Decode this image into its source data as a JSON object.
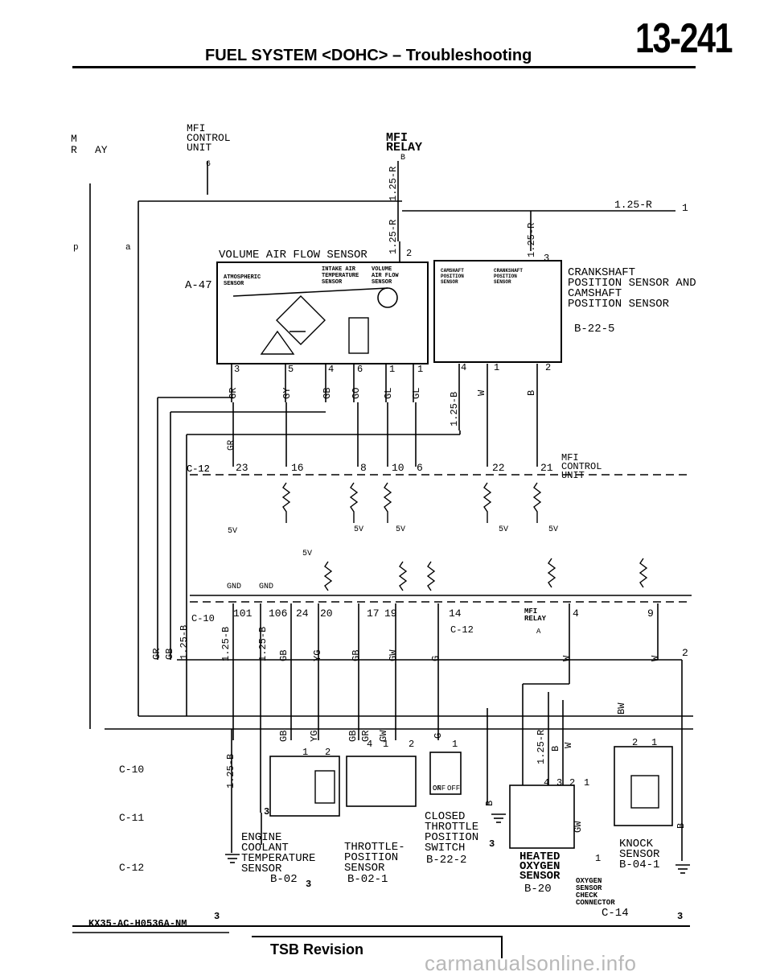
{
  "header": {
    "title": "FUEL SYSTEM <DOHC> – Troubleshooting",
    "page_number": "13-241"
  },
  "labels": {
    "mfi_relay_side": [
      "M",
      "R",
      "AY"
    ],
    "side_marks": [
      "p",
      "a"
    ],
    "mfi_control_unit_top": [
      "MFI",
      "CONTROL",
      "UNIT"
    ],
    "mfi_control_unit_mid": [
      "MFI",
      "CONTROL",
      "UNIT"
    ],
    "mfi_relay_top": [
      "MFI",
      "RELAY"
    ],
    "mfi_relay_small": [
      "MFI",
      "RELAY"
    ],
    "vafs": "VOLUME AIR FLOW SENSOR",
    "vafs_inner": [
      "ATMOSPHERIC",
      "SENSOR",
      "INTAKE AIR",
      "TEMPERATURE",
      "SENSOR",
      "VOLUME",
      "AIR FLOW",
      "SENSOR"
    ],
    "connector_a47": "A-47",
    "crank_cam_sensor": [
      "CRANKSHAFT",
      "POSITION SENSOR AND",
      "CAMSHAFT",
      "POSITION SENSOR"
    ],
    "crank_cam_inner": [
      "CAMSHAFT",
      "POSITION",
      "SENSOR",
      "CRANKSHAFT",
      "POSITION",
      "SENSOR"
    ],
    "connector_b225": "B-22-5",
    "ect_sensor": [
      "ENGINE",
      "COOLANT",
      "TEMPERATURE",
      "SENSOR"
    ],
    "connector_b02": "B-02",
    "tps": [
      "THROTTLE-",
      "POSITION",
      "SENSOR"
    ],
    "connector_b021": "B-02-1",
    "ctps": [
      "CLOSED",
      "THROTTLE",
      "POSITION",
      "SWITCH"
    ],
    "connector_b222": "B-22-2",
    "on_off": [
      "ON",
      "OFF"
    ],
    "o2_sensor": [
      "HEATED",
      "OXYGEN",
      "SENSOR"
    ],
    "connector_b20": "B-20",
    "o2_check": [
      "OXYGEN",
      "SENSOR",
      "CHECK",
      "CONNECTOR"
    ],
    "connector_c14": "C-14",
    "knock": [
      "KNOCK",
      "SENSOR"
    ],
    "connector_b041": "B-04-1",
    "connectors_left": [
      "C-10",
      "C-11",
      "C-12"
    ],
    "connector_c12_mid": "C-12",
    "connector_c10_mid": "C-10",
    "connector_c12_low": "C-12",
    "gnd": "GND",
    "five_v": "5V",
    "circle_refs": [
      "1",
      "2"
    ],
    "wire_1_25r": "1.25-R",
    "wire_1_25b": "1.25-B",
    "box_grounds": [
      "3"
    ]
  },
  "pins": {
    "vafs_bottom": [
      "3",
      "5",
      "4",
      "6",
      "1",
      "1"
    ],
    "vafs_top": [
      "2"
    ],
    "crank_bottom": [
      "4",
      "1",
      "2"
    ],
    "crank_top": [
      "3"
    ],
    "ecu_mid": [
      "23",
      "16",
      "8",
      "10",
      "6",
      "22",
      "21"
    ],
    "ecu_low": [
      "101",
      "106",
      "24",
      "20",
      "17",
      "19",
      "14",
      "4",
      "9"
    ],
    "ect_pins": [
      "1",
      "2"
    ],
    "tps_pins": [
      "4",
      "1",
      "2"
    ],
    "ctps_pins": [
      "1"
    ],
    "o2_pins": [
      "4",
      "3",
      "2",
      "1"
    ],
    "knock_pins": [
      "2",
      "1"
    ],
    "relay_b": "B",
    "relay_a": "A",
    "unit_6": "6",
    "o2_check_pin": "1"
  },
  "wire_colors": {
    "vafs_wires": [
      "GR",
      "GY",
      "GB",
      "GO",
      "GL",
      "GL"
    ],
    "crank_wires": [
      "1.25-B",
      "W",
      "B"
    ],
    "relay_wires": [
      "1.25-R",
      "1.25-R",
      "1.25-R"
    ],
    "left_bundle": [
      "GR",
      "GB",
      "1.25-B"
    ],
    "ecu_low_wires": [
      "1.25-B",
      "1.25-B",
      "GB",
      "YG",
      "GB",
      "GW",
      "G",
      "W",
      "W"
    ],
    "sensor_wires": [
      "GB",
      "YG",
      "GB",
      "GR",
      "GW",
      "G",
      "B",
      "1.25-R",
      "B",
      "W",
      "BW",
      "GW",
      "B"
    ]
  },
  "footer": {
    "code": "KX35-AC-H0536A-NM",
    "tsb": "TSB Revision",
    "watermark": "carmanualsonline.info"
  }
}
